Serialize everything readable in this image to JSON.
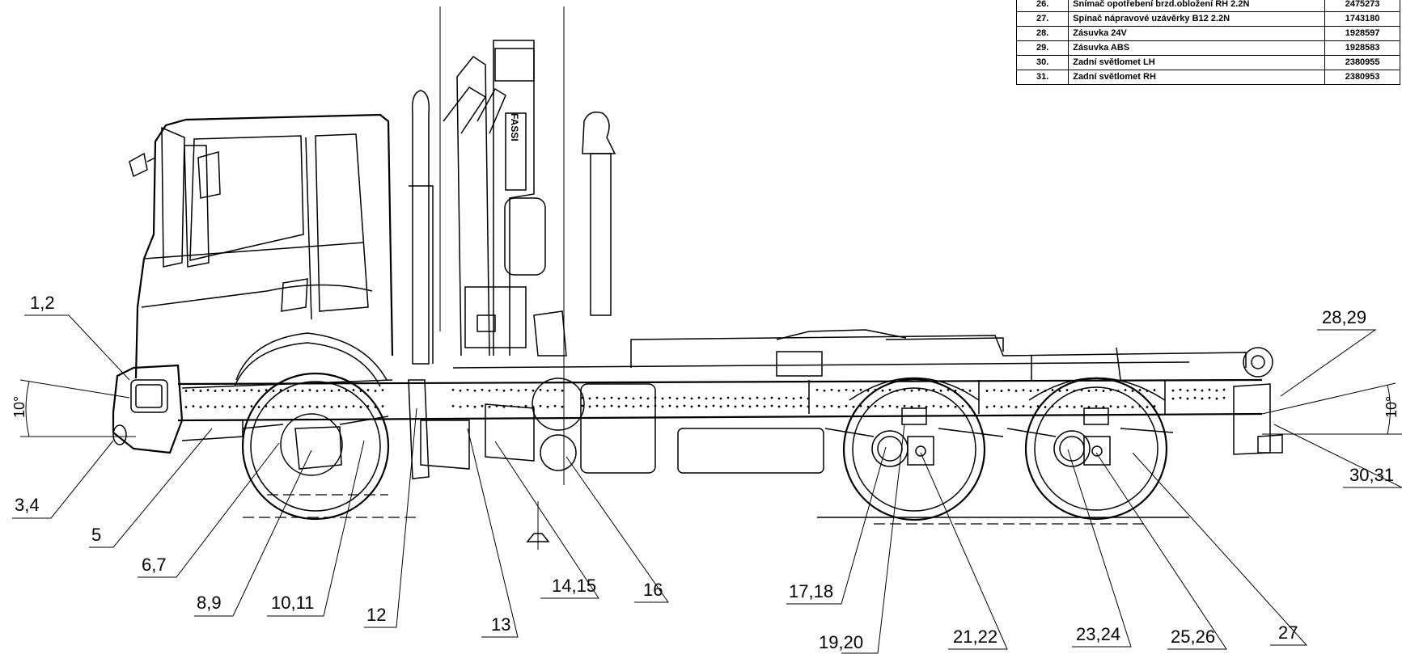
{
  "parts_table": {
    "rows": [
      {
        "num": "26.",
        "desc": "Snímač opotřebení brzd.obložení RH 2.2N",
        "code": "2475273"
      },
      {
        "num": "27.",
        "desc": "Spínač nápravové uzávěrky B12 2.2N",
        "code": "1743180"
      },
      {
        "num": "28.",
        "desc": "Zásuvka 24V",
        "code": "1928597"
      },
      {
        "num": "29.",
        "desc": "Zásuvka ABS",
        "code": "1928583"
      },
      {
        "num": "30.",
        "desc": "Zadní světlomet LH",
        "code": "2380955"
      },
      {
        "num": "31.",
        "desc": "Zadní světlomet RH",
        "code": "2380953"
      }
    ]
  },
  "angles": {
    "front": "10°",
    "rear": "10°"
  },
  "callouts": [
    {
      "id": "c-1-2",
      "label": "1,2"
    },
    {
      "id": "c-3-4",
      "label": "3,4"
    },
    {
      "id": "c-5",
      "label": "5"
    },
    {
      "id": "c-6-7",
      "label": "6,7"
    },
    {
      "id": "c-8-9",
      "label": "8,9"
    },
    {
      "id": "c-10-11",
      "label": "10,11"
    },
    {
      "id": "c-12",
      "label": "12"
    },
    {
      "id": "c-13",
      "label": "13"
    },
    {
      "id": "c-14-15",
      "label": "14,15"
    },
    {
      "id": "c-16",
      "label": "16"
    },
    {
      "id": "c-17-18",
      "label": "17,18"
    },
    {
      "id": "c-19-20",
      "label": "19,20"
    },
    {
      "id": "c-21-22",
      "label": "21,22"
    },
    {
      "id": "c-23-24",
      "label": "23,24"
    },
    {
      "id": "c-25-26",
      "label": "25,26"
    },
    {
      "id": "c-27",
      "label": "27"
    },
    {
      "id": "c-28-29",
      "label": "28,29"
    },
    {
      "id": "c-30-31",
      "label": "30,31"
    }
  ],
  "crane_text": "FASSI"
}
